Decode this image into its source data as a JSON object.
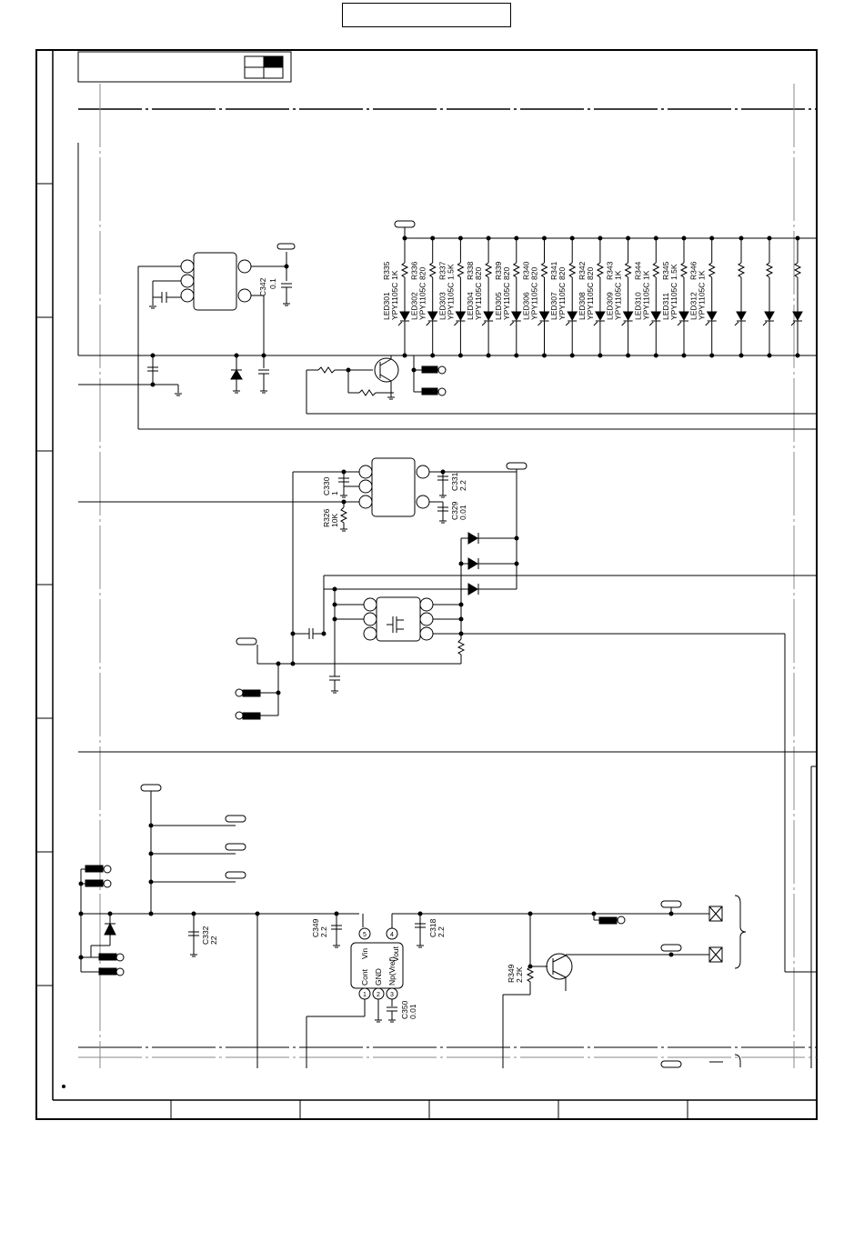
{
  "page": {
    "title": ""
  },
  "ledColumns": [
    {
      "led": "LED301",
      "part": "YPY1105C",
      "res": "R335",
      "val": "1K"
    },
    {
      "led": "LED302",
      "part": "YPY1105C",
      "res": "R336",
      "val": "820"
    },
    {
      "led": "LED303",
      "part": "YPY1105C",
      "res": "R337",
      "val": "1.5K"
    },
    {
      "led": "LED304",
      "part": "YPY1105C",
      "res": "R338",
      "val": "820"
    },
    {
      "led": "LED305",
      "part": "YPY1105C",
      "res": "R339",
      "val": "820"
    },
    {
      "led": "LED306",
      "part": "YPY1105C",
      "res": "R340",
      "val": "820"
    },
    {
      "led": "LED307",
      "part": "YPY1105C",
      "res": "R341",
      "val": "820"
    },
    {
      "led": "LED308",
      "part": "YPY1105C",
      "res": "R342",
      "val": "820"
    },
    {
      "led": "LED309",
      "part": "YPY1105C",
      "res": "R343",
      "val": "1K"
    },
    {
      "led": "LED310",
      "part": "YPY1105C",
      "res": "R344",
      "val": "1K"
    },
    {
      "led": "LED311",
      "part": "YPY1105C",
      "res": "R345",
      "val": "1.5K"
    },
    {
      "led": "LED312",
      "part": "YPY1105C",
      "res": "R346",
      "val": "1K"
    }
  ],
  "labels": {
    "c342": "C342",
    "c342v": "0.1",
    "c330": "C330",
    "c330v": "1",
    "r326": "R326",
    "r326v": "10K",
    "c331": "C331",
    "c331v": "2.2",
    "c329": "C329",
    "c329v": "0.01",
    "c332": "C332",
    "c332v": "22",
    "c349": "C349",
    "c349v": "2.2",
    "c318": "C318",
    "c318v": "2.2",
    "c350": "C350",
    "c350v": "0.01",
    "r349": "R349",
    "r349v": "2.2K",
    "pinVin": "Vin",
    "pinVout": "Vout",
    "pinCont": "Cont",
    "pinGnd": "GND",
    "pinNp": "Np(Vref)",
    "pin1": "1",
    "pin2": "2",
    "pin3": "3",
    "pin4": "4",
    "pin5": "5"
  }
}
